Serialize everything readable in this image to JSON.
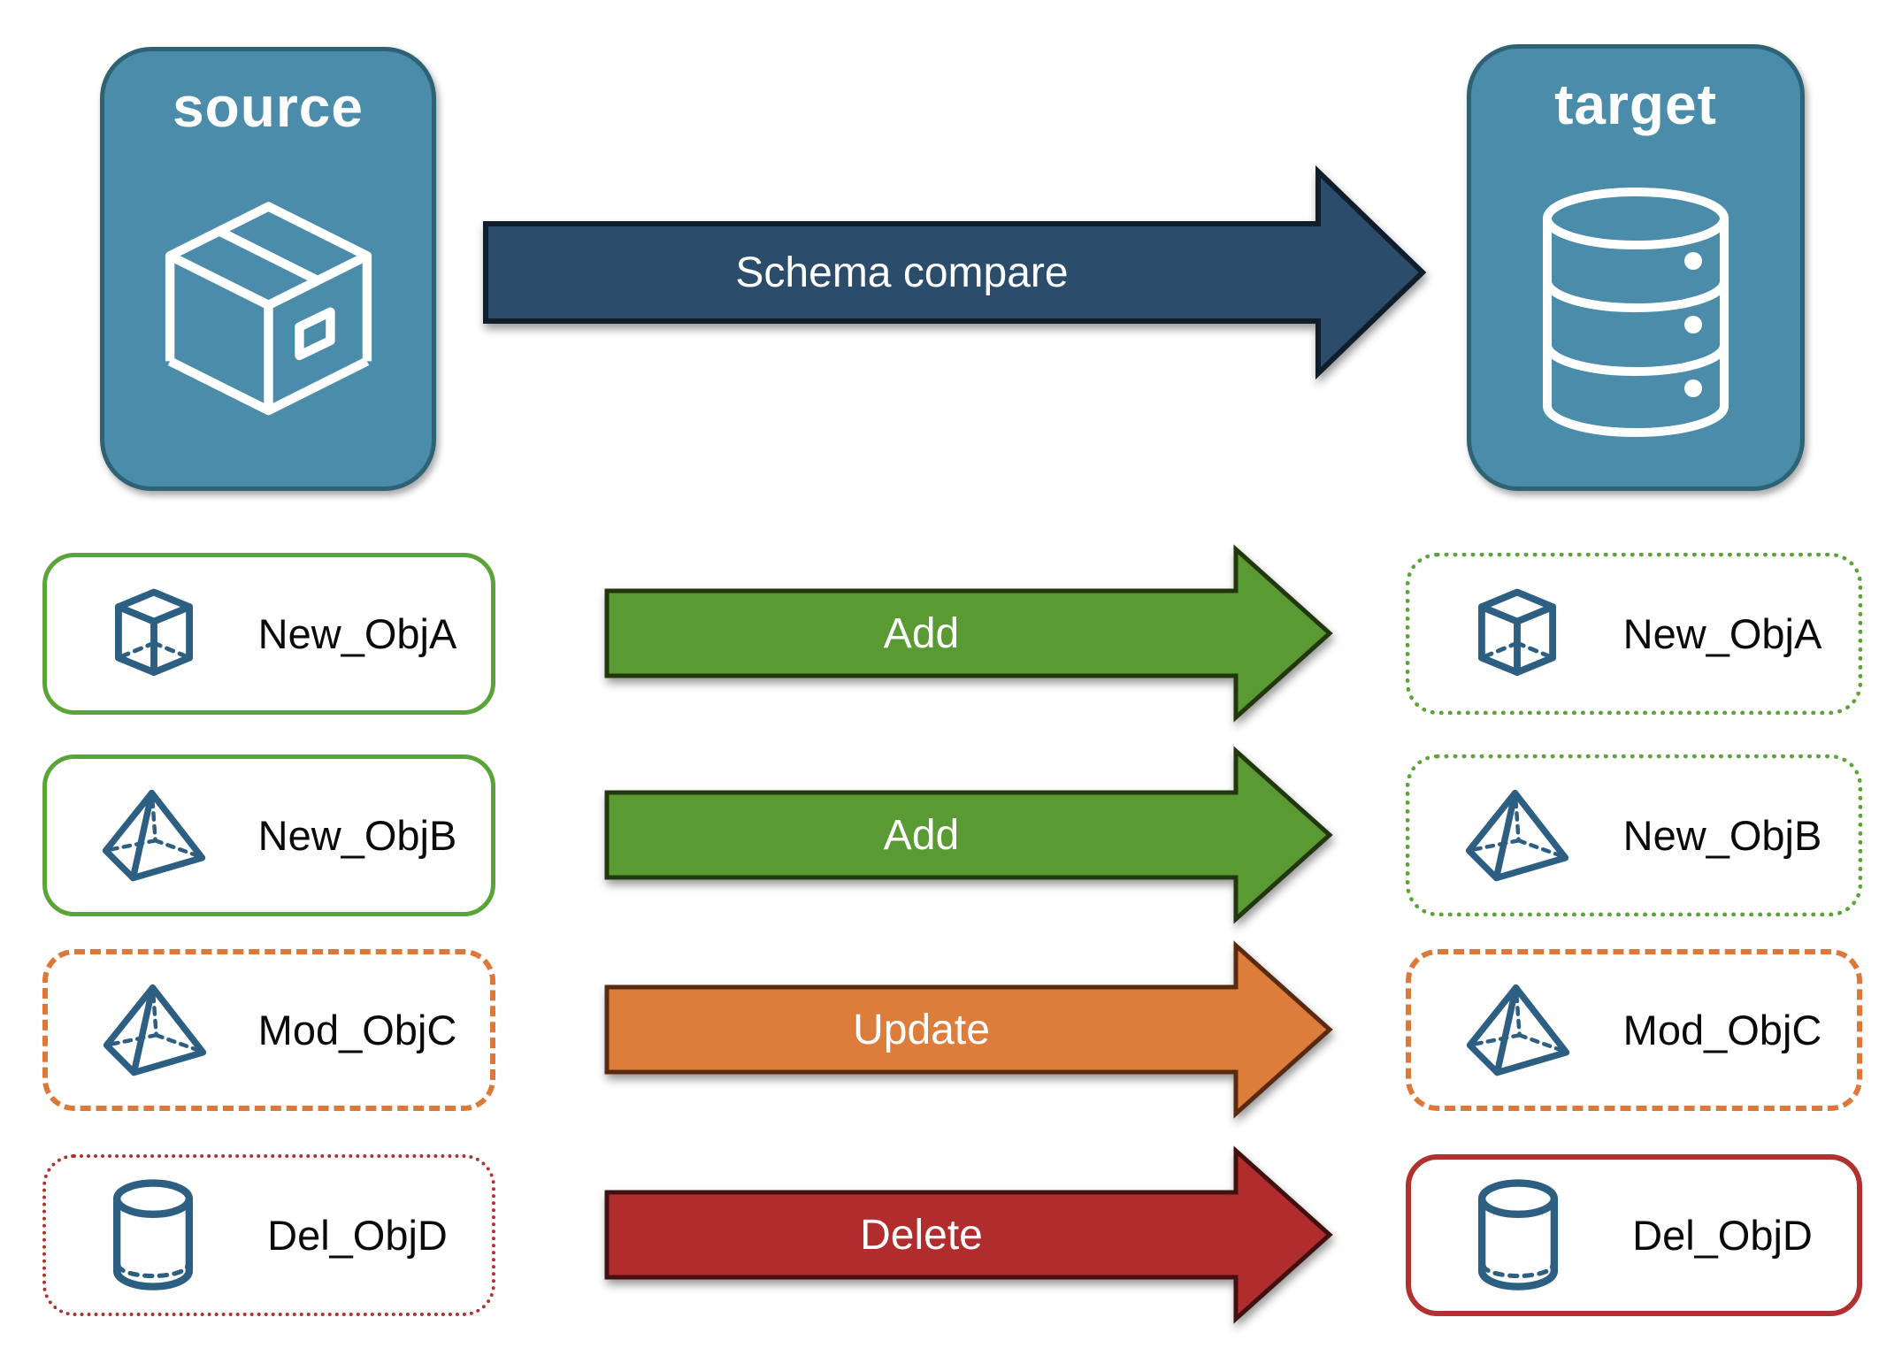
{
  "nodes": {
    "source": {
      "label": "source",
      "icon": "package"
    },
    "target": {
      "label": "target",
      "icon": "database"
    }
  },
  "schema_arrow": {
    "label": "Schema compare"
  },
  "rows": [
    {
      "object": "New_ObjA",
      "icon": "cube",
      "action": "Add",
      "arrow_style": "green",
      "source_box_style": "solid-green",
      "target_box_style": "dotted-green"
    },
    {
      "object": "New_ObjB",
      "icon": "pyramid",
      "action": "Add",
      "arrow_style": "green",
      "source_box_style": "solid-green",
      "target_box_style": "dotted-green"
    },
    {
      "object": "Mod_ObjC",
      "icon": "pyramid",
      "action": "Update",
      "arrow_style": "orange",
      "source_box_style": "dashed-orange",
      "target_box_style": "dashed-orange"
    },
    {
      "object": "Del_ObjD",
      "icon": "cylinder",
      "action": "Delete",
      "arrow_style": "red",
      "source_box_style": "dotted-red",
      "target_box_style": "solid-red"
    }
  ],
  "colors": {
    "node_fill": "#4A8CAA",
    "node_border": "#2E6376",
    "schema_fill": "#2B4C6B",
    "schema_edge": "#101D2A",
    "green_fill": "#5A9A33",
    "green_edge": "#22380C",
    "orange_fill": "#DC7D3C",
    "orange_edge": "#5A2A10",
    "red_fill": "#B12C2C",
    "red_edge": "#431010",
    "green_box": "#5BA437",
    "orange_box": "#DE7839",
    "red_box": "#B23030",
    "icon_stroke": "#2D5F82",
    "label_color": "#0A0A0A",
    "arrow_text": "#FFFFFF"
  }
}
